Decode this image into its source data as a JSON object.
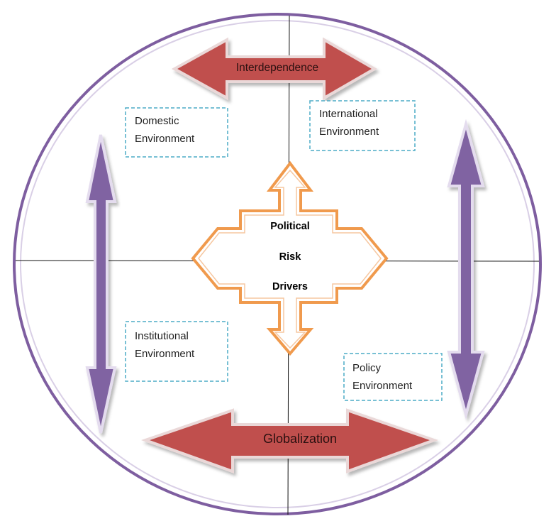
{
  "center": {
    "line1": "Political",
    "line2": "Risk",
    "line3": "Drivers"
  },
  "arrows": {
    "top": "Interdependence",
    "bottom": "Globalization"
  },
  "quadrants": {
    "top_left": {
      "line1": "Domestic",
      "line2": "Environment"
    },
    "top_right": {
      "line1": "International",
      "line2": "Environment"
    },
    "bottom_left": {
      "line1": "Institutional",
      "line2": "Environment"
    },
    "bottom_right": {
      "line1": "Policy",
      "line2": "Environment"
    }
  },
  "colors": {
    "circle": "#7e5ea0",
    "red_arrow": "#c0504d",
    "purple_arrow": "#8064a2",
    "orange_arrow": "#f09a4d",
    "dashed_box": "#4bacc6"
  },
  "icons": {
    "center_shape": "four-way-arrow-icon",
    "horizontal_arrows": "double-headed-horizontal-arrow-icon",
    "vertical_arrows": "double-headed-vertical-arrow-icon"
  }
}
